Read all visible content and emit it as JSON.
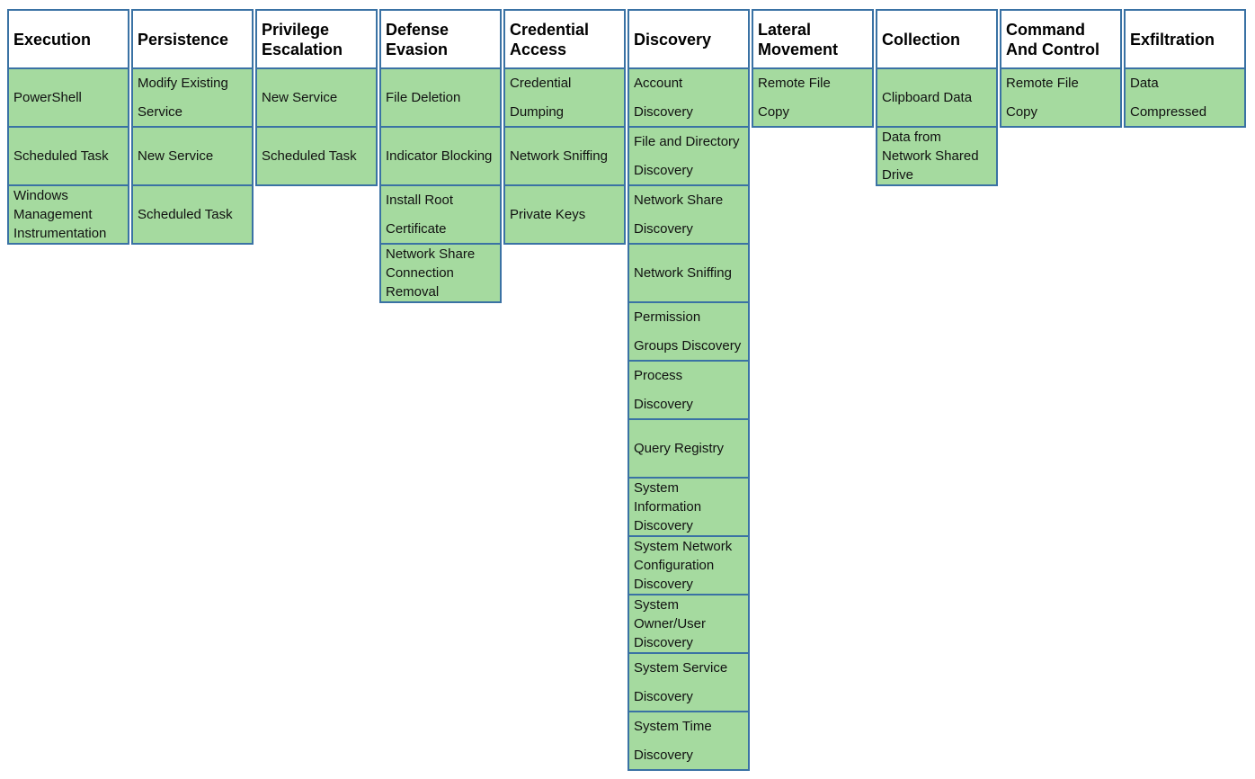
{
  "matrix": {
    "style": {
      "cell_fill": "#A5DA9F",
      "header_fill": "#FFFFFF",
      "border_color": "#3A72A4",
      "text_color": "#111111",
      "page_background": "#FFFFFF"
    },
    "columns": [
      {
        "tactic": "Execution",
        "techniques": [
          "PowerShell",
          "Scheduled Task",
          "Windows\nManagement\nInstrumentation"
        ]
      },
      {
        "tactic": "Persistence",
        "techniques": [
          "Modify Existing\nService",
          "New Service",
          "Scheduled Task"
        ]
      },
      {
        "tactic": "Privilege\nEscalation",
        "techniques": [
          "New Service",
          "Scheduled Task"
        ]
      },
      {
        "tactic": "Defense\nEvasion",
        "techniques": [
          "File Deletion",
          "Indicator Blocking",
          "Install Root\nCertificate",
          "Network Share\nConnection\nRemoval"
        ]
      },
      {
        "tactic": "Credential\nAccess",
        "techniques": [
          "Credential\nDumping",
          "Network Sniffing",
          "Private Keys"
        ]
      },
      {
        "tactic": "Discovery",
        "techniques": [
          "Account\nDiscovery",
          "File and Directory\nDiscovery",
          "Network Share\nDiscovery",
          "Network Sniffing",
          "Permission\nGroups Discovery",
          "Process\nDiscovery",
          "Query Registry",
          "System\nInformation\nDiscovery",
          "System Network\nConfiguration\nDiscovery",
          "System\nOwner/User\nDiscovery",
          "System Service\nDiscovery",
          "System Time\nDiscovery"
        ]
      },
      {
        "tactic": "Lateral\nMovement",
        "techniques": [
          "Remote File\nCopy"
        ]
      },
      {
        "tactic": "Collection",
        "techniques": [
          "Clipboard Data",
          "Data from\nNetwork Shared\nDrive"
        ]
      },
      {
        "tactic": "Command\nAnd Control",
        "techniques": [
          "Remote File\nCopy"
        ]
      },
      {
        "tactic": "Exfiltration",
        "techniques": [
          "Data\nCompressed"
        ]
      }
    ]
  }
}
